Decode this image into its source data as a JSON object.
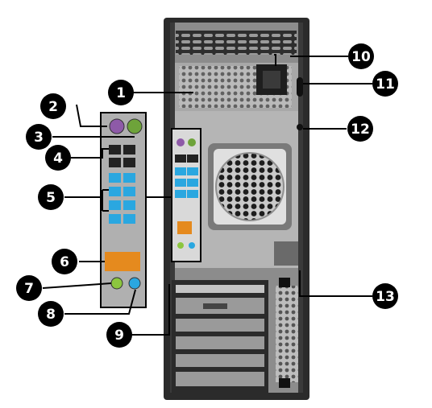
{
  "figure": {
    "callouts": [
      {
        "id": 1,
        "label": "1"
      },
      {
        "id": 2,
        "label": "2"
      },
      {
        "id": 3,
        "label": "3"
      },
      {
        "id": 4,
        "label": "4"
      },
      {
        "id": 5,
        "label": "5"
      },
      {
        "id": 6,
        "label": "6"
      },
      {
        "id": 7,
        "label": "7"
      },
      {
        "id": 8,
        "label": "8"
      },
      {
        "id": 9,
        "label": "9"
      },
      {
        "id": 10,
        "label": "10"
      },
      {
        "id": 11,
        "label": "11"
      },
      {
        "id": 12,
        "label": "12"
      },
      {
        "id": 13,
        "label": "13"
      }
    ],
    "colors": {
      "chassis": "#2b2b2b",
      "panel": "#9a9a9a",
      "panel_light": "#c4c4c4",
      "usb_port": "#2aa7e0",
      "ps2_mouse": "#8e5aa8",
      "ps2_keyboard": "#6ea33a",
      "lan": "#e58a1e",
      "audio_in": "#2aa7e0",
      "audio_out": "#8cc63f",
      "outline": "#000000",
      "callout_fill": "#000000",
      "callout_text": "#ffffff"
    }
  }
}
